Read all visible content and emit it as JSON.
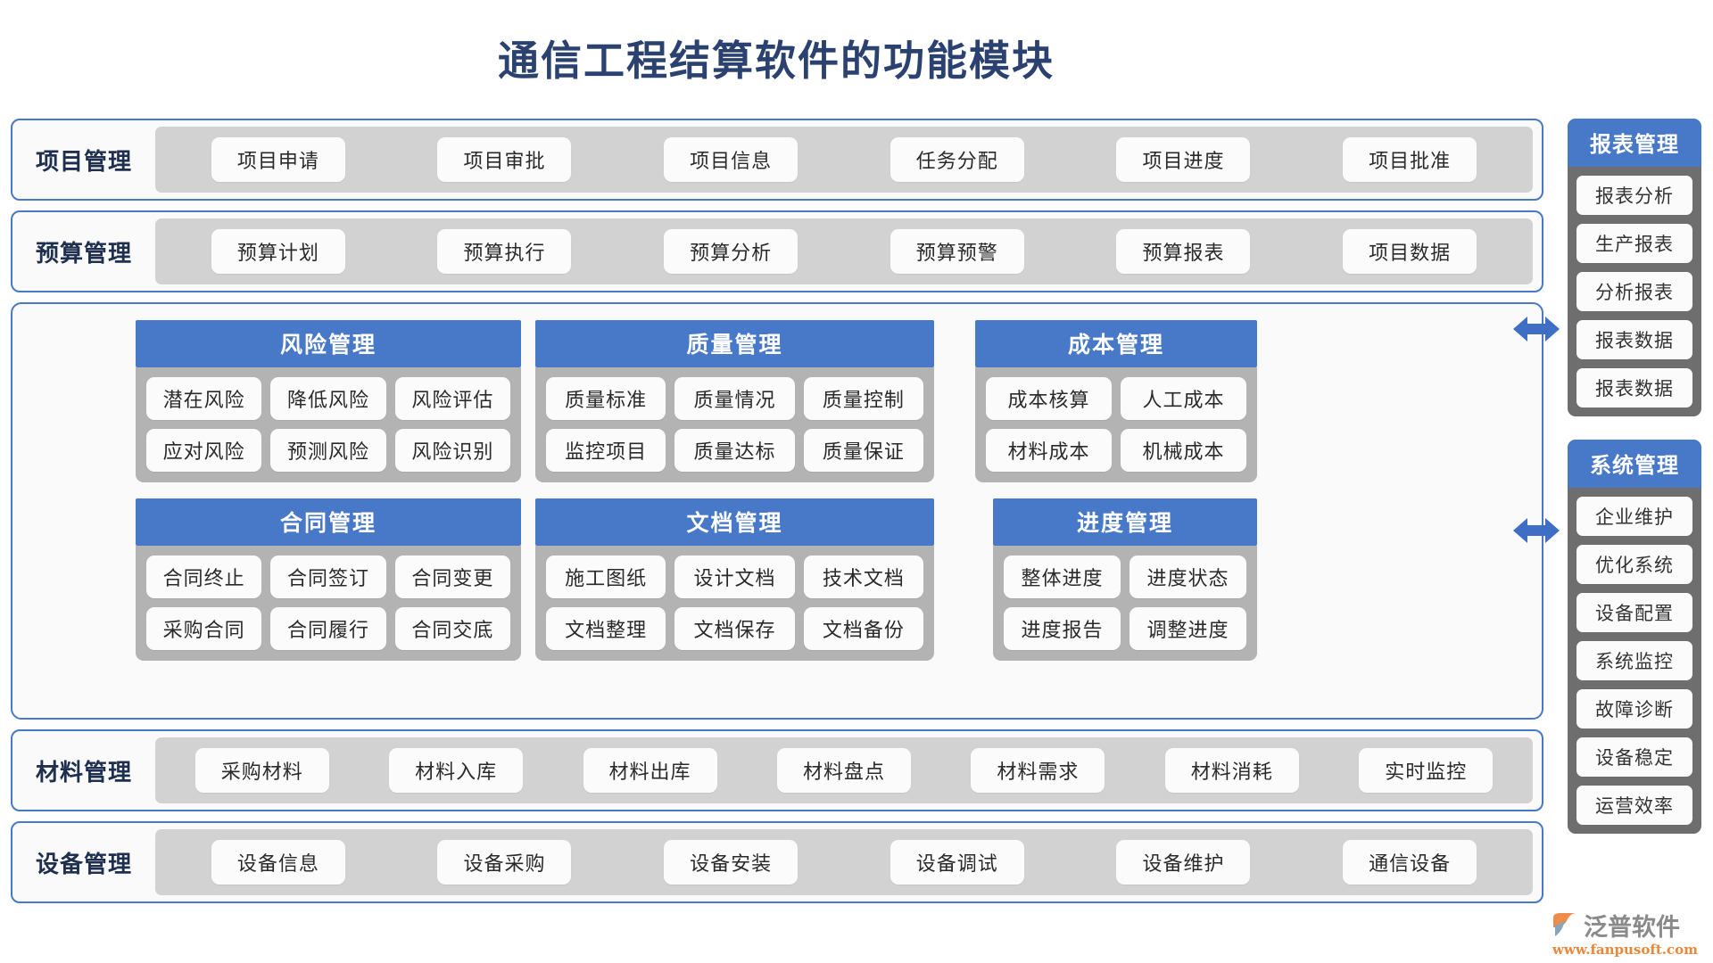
{
  "title": "通信工程结算软件的功能模块",
  "colors": {
    "accent_blue": "#4878c8",
    "title_navy": "#2b4270",
    "strip_gray": "#d2d2d2",
    "card_body_gray": "#b3b3b3",
    "sidebar_gray": "#6e6e6e",
    "pill_white": "#fbfbfb",
    "logo_orange": "#e8883c",
    "logo_gray": "#8a8a8a"
  },
  "bands": [
    {
      "label": "项目管理",
      "items": [
        "项目申请",
        "项目审批",
        "项目信息",
        "任务分配",
        "项目进度",
        "项目批准"
      ]
    },
    {
      "label": "预算管理",
      "items": [
        "预算计划",
        "预算执行",
        "预算分析",
        "预算预警",
        "预算报表",
        "项目数据"
      ]
    }
  ],
  "bottom_bands": [
    {
      "label": "材料管理",
      "items": [
        "采购材料",
        "材料入库",
        "材料出库",
        "材料盘点",
        "材料需求",
        "材料消耗",
        "实时监控"
      ]
    },
    {
      "label": "设备管理",
      "items": [
        "设备信息",
        "设备采购",
        "设备安装",
        "设备调试",
        "设备维护",
        "通信设备"
      ]
    }
  ],
  "mid_cards": {
    "risk": {
      "title": "风险管理",
      "row1": [
        "潜在风险",
        "降低风险",
        "风险评估"
      ],
      "row2": [
        "应对风险",
        "预测风险",
        "风险识别"
      ]
    },
    "quality": {
      "title": "质量管理",
      "row1": [
        "质量标准",
        "质量情况",
        "质量控制"
      ],
      "row2": [
        "监控项目",
        "质量达标",
        "质量保证"
      ]
    },
    "cost": {
      "title": "成本管理",
      "row1": [
        "成本核算",
        "人工成本"
      ],
      "row2": [
        "材料成本",
        "机械成本"
      ]
    },
    "contract": {
      "title": "合同管理",
      "row1": [
        "合同终止",
        "合同签订",
        "合同变更"
      ],
      "row2": [
        "采购合同",
        "合同履行",
        "合同交底"
      ]
    },
    "document": {
      "title": "文档管理",
      "row1": [
        "施工图纸",
        "设计文档",
        "技术文档"
      ],
      "row2": [
        "文档整理",
        "文档保存",
        "文档备份"
      ]
    },
    "schedule": {
      "title": "进度管理",
      "row1": [
        "整体进度",
        "进度状态"
      ],
      "row2": [
        "进度报告",
        "调整进度"
      ]
    }
  },
  "sidebar": [
    {
      "title": "报表管理",
      "items": [
        "报表分析",
        "生产报表",
        "分析报表",
        "报表数据",
        "报表数据"
      ]
    },
    {
      "title": "系统管理",
      "items": [
        "企业维护",
        "优化系统",
        "设备配置",
        "系统监控",
        "故障诊断",
        "设备稳定",
        "运营效率"
      ]
    }
  ],
  "logo": {
    "name": "泛普软件",
    "url": "www.fanpusoft.com"
  }
}
